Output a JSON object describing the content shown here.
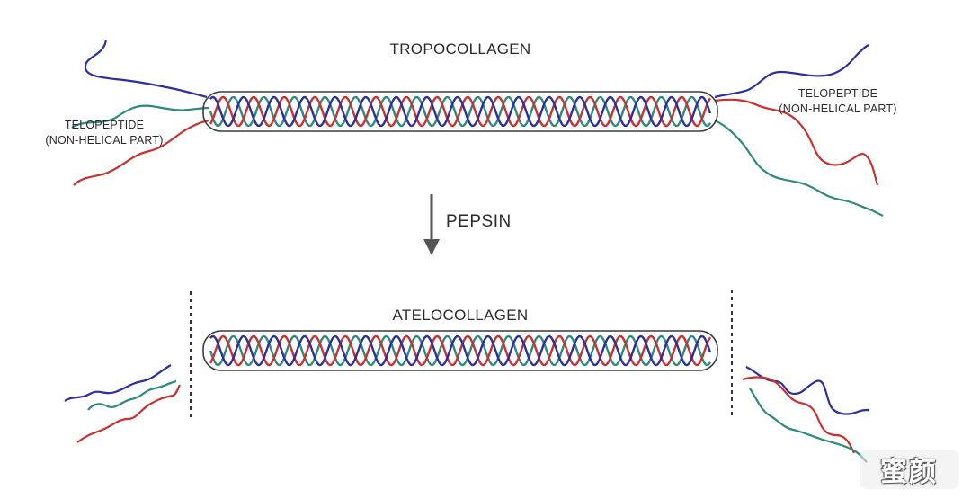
{
  "labels": {
    "tropocollagen": "TROPOCOLLAGEN",
    "telopeptide_left_line1": "TELOPEPTIDE",
    "telopeptide_left_line2": "(NON-HELICAL PART)",
    "telopeptide_right_line1": "TELOPEPTIDE",
    "telopeptide_right_line2": "(NON-HELICAL PART)",
    "pepsin": "PEPSIN",
    "atelocollagen": "ATELOCOLLAGEN"
  },
  "watermark": {
    "text": "蜜颜"
  },
  "colors": {
    "strand_blue": "#2c2f9e",
    "strand_red": "#c8312f",
    "strand_teal": "#2f8a7e",
    "outline": "#3a3a3a",
    "arrow": "#555555",
    "text": "#2b2b2b"
  },
  "icons": {
    "arrow": "down-arrow-icon"
  }
}
